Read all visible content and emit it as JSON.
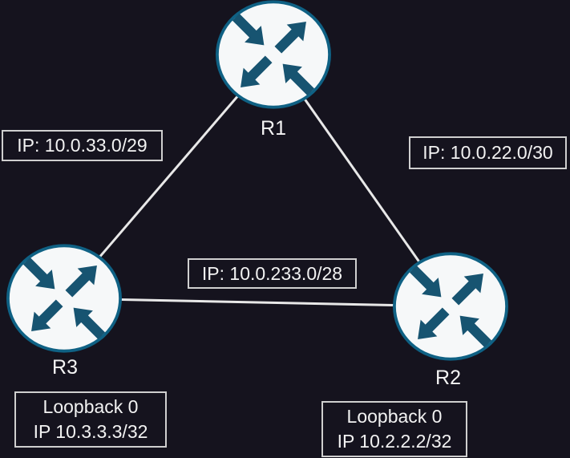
{
  "diagram": {
    "type": "network-topology",
    "nodes": [
      {
        "id": "r1",
        "label": "R1",
        "device": "router"
      },
      {
        "id": "r2",
        "label": "R2",
        "device": "router"
      },
      {
        "id": "r3",
        "label": "R3",
        "device": "router"
      }
    ],
    "links": [
      {
        "from": "R1",
        "to": "R3",
        "label": "IP: 10.0.33.0/29"
      },
      {
        "from": "R1",
        "to": "R2",
        "label": "IP: 10.0.22.0/30"
      },
      {
        "from": "R3",
        "to": "R2",
        "label": "IP: 10.0.233.0/28"
      }
    ],
    "loopbacks": [
      {
        "node": "R3",
        "title": "Loopback 0",
        "ip": "IP 10.3.3.3/32"
      },
      {
        "node": "R2",
        "title": "Loopback 0",
        "ip": "IP 10.2.2.2/32"
      }
    ],
    "colors": {
      "background": "#15131e",
      "router_fill": "#f6f8f9",
      "router_accent": "#175471",
      "router_border": "#0f6184",
      "link_line": "#e8e8e8",
      "label_text": "#f2f2f2",
      "label_border": "#cfcfcf"
    }
  }
}
